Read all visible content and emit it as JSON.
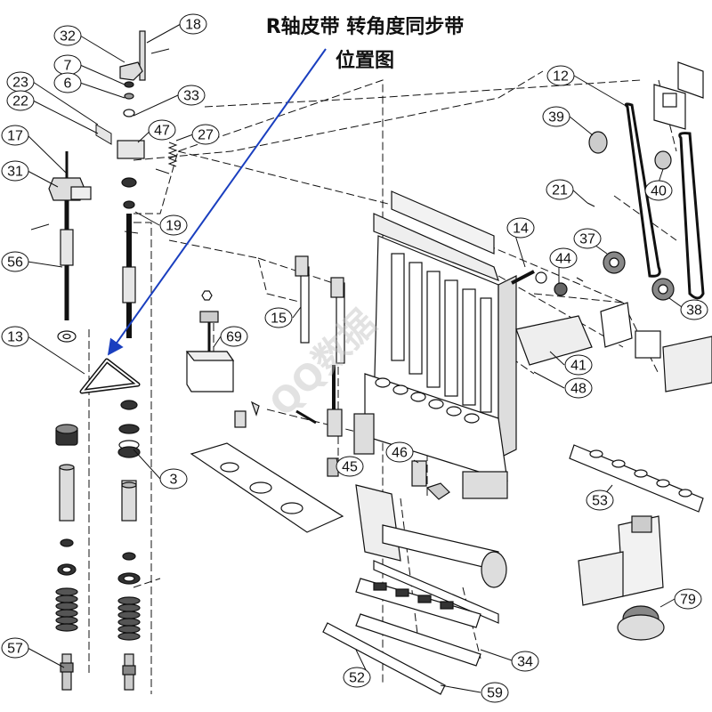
{
  "title": {
    "line1": "R轴皮带 转角度同步带",
    "line2": "位置图"
  },
  "watermark": "QQ数据",
  "colors": {
    "line": "#111111",
    "arrow": "#1a3fbf",
    "callout_fill": "#ffffff"
  },
  "callouts": [
    "18",
    "32",
    "7",
    "6",
    "23",
    "22",
    "33",
    "47",
    "27",
    "17",
    "31",
    "56",
    "19",
    "13",
    "3",
    "57",
    "12",
    "39",
    "21",
    "40",
    "14",
    "37",
    "44",
    "38",
    "15",
    "69",
    "41",
    "48",
    "46",
    "45",
    "53",
    "79",
    "34",
    "52",
    "59"
  ]
}
